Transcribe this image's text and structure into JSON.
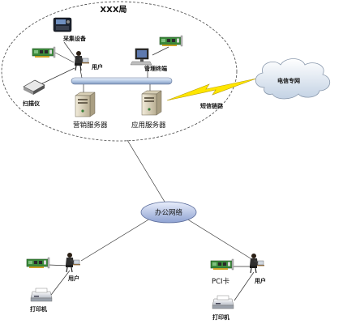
{
  "diagram": {
    "title": "XXX局",
    "bureau_labels": {
      "fingerprint_device": "采集设备",
      "user_top": "用户",
      "manager": "管理终端",
      "scanner": "扫描仪",
      "server_left": "营销服务器",
      "server_right": "应用服务器",
      "sms_link": "短信链路",
      "telecom_network": "电信专网"
    },
    "office_network": "办公网络",
    "left_site": {
      "user": "用户",
      "printer": "打印机"
    },
    "right_site": {
      "pci_card": "PCI卡",
      "user": "用户",
      "printer": "打印机"
    },
    "colors": {
      "bus": "#c9daf0",
      "network_ellipse": "#b9c7e8",
      "cloud": "#dde7f2",
      "lightning": "#ffe600",
      "card_green": "#3b8b3b"
    }
  }
}
